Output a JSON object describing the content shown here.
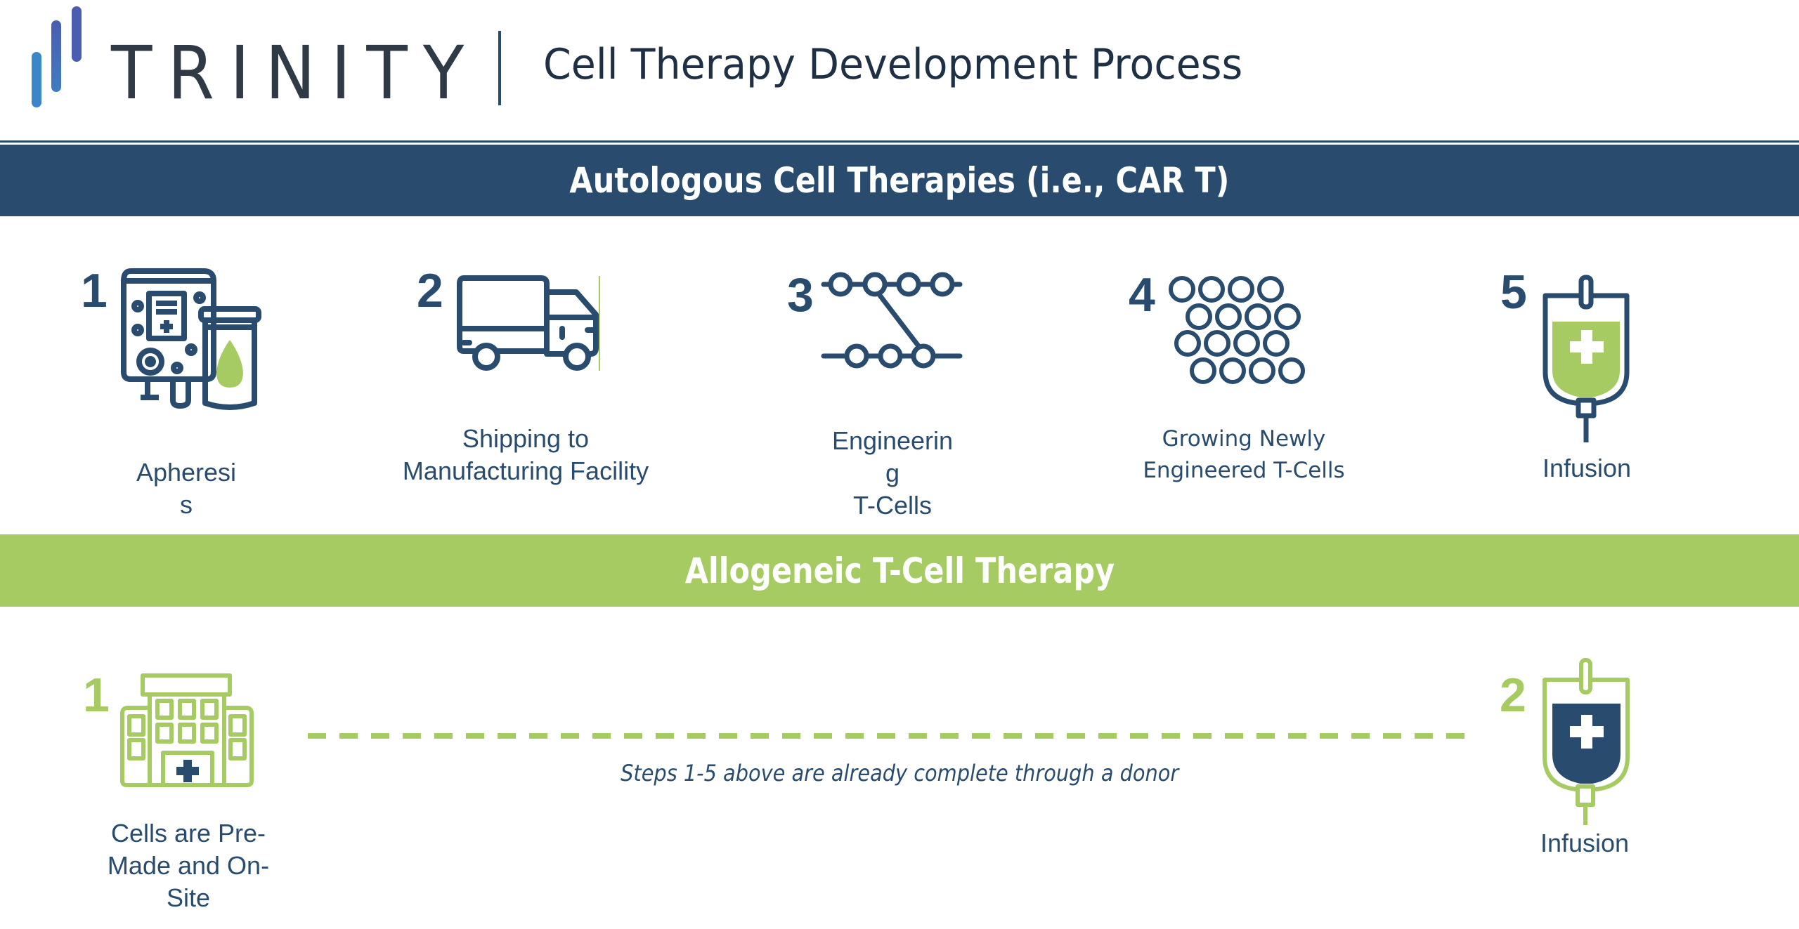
{
  "header": {
    "brand": "TRINITY",
    "title": "Cell Therapy Development Process"
  },
  "colors": {
    "navy": "#284b6e",
    "green": "#a5cb62",
    "brand_text": "#2f3a46",
    "logo_blue_light": "#3a86c8",
    "logo_blue_dark": "#4a5db0"
  },
  "autologous": {
    "heading": "Autologous Cell Therapies (i.e., CAR T)",
    "steps": [
      {
        "number": "1",
        "icon": "apheresis-machine-icon",
        "label": "Apheresi\ns"
      },
      {
        "number": "2",
        "icon": "delivery-truck-icon",
        "label": "Shipping to\nManufacturing Facility"
      },
      {
        "number": "3",
        "icon": "gene-editing-icon",
        "label": "Engineerin\ng\nT-Cells"
      },
      {
        "number": "4",
        "icon": "cell-cluster-icon",
        "label": "Growing Newly\nEngineered T-Cells"
      },
      {
        "number": "5",
        "icon": "iv-bag-icon",
        "label": "Infusion"
      }
    ]
  },
  "allogeneic": {
    "heading": "Allogeneic T-Cell Therapy",
    "steps": [
      {
        "number": "1",
        "icon": "hospital-icon",
        "label": "Cells are Pre-\nMade and On-\nSite"
      },
      {
        "number": "2",
        "icon": "iv-bag-icon",
        "label": "Infusion"
      }
    ],
    "note": "Steps 1-5 above are already complete through a donor"
  }
}
